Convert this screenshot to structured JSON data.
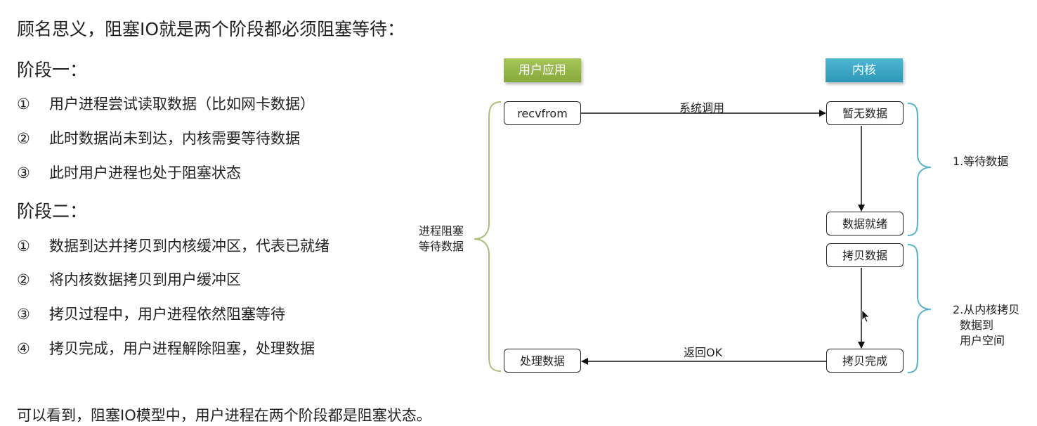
{
  "text": {
    "intro": "顾名思义，阻塞IO就是两个阶段都必须阻塞等待：",
    "phase1_title": "阶段一：",
    "phase1_items": [
      {
        "num": "①",
        "text": "用户进程尝试读取数据（比如网卡数据）"
      },
      {
        "num": "②",
        "text": "此时数据尚未到达，内核需要等待数据"
      },
      {
        "num": "③",
        "text": "此时用户进程也处于阻塞状态"
      }
    ],
    "phase2_title": "阶段二：",
    "phase2_items": [
      {
        "num": "①",
        "text": "数据到达并拷贝到内核缓冲区，代表已就绪"
      },
      {
        "num": "②",
        "text": "将内核数据拷贝到用户缓冲区"
      },
      {
        "num": "③",
        "text": "拷贝过程中，用户进程依然阻塞等待"
      },
      {
        "num": "④",
        "text": "拷贝完成，用户进程解除阻塞，处理数据"
      }
    ],
    "summary": "可以看到，阻塞IO模型中，用户进程在两个阶段都是阻塞状态。"
  },
  "diagram": {
    "header_user": "用户应用",
    "header_kernel": "内核",
    "box_recvfrom": "recvfrom",
    "box_no_data": "暂无数据",
    "box_data_ready": "数据就绪",
    "box_copy_data": "拷贝数据",
    "box_copy_done": "拷贝完成",
    "box_process_data": "处理数据",
    "label_syscall": "系统调用",
    "label_return_ok": "返回OK",
    "left_brace_line1": "进程阻塞",
    "left_brace_line2": "等待数据",
    "right_brace1": "1.等待数据",
    "right_brace2_line1": "2.从内核拷贝",
    "right_brace2_line2": "数据到",
    "right_brace2_line3": "用户空间"
  },
  "colors": {
    "user_header": "#95b74a",
    "kernel_header": "#3aa5c5",
    "left_brace": "#a9bf7a",
    "right_brace": "#59b3c9"
  }
}
